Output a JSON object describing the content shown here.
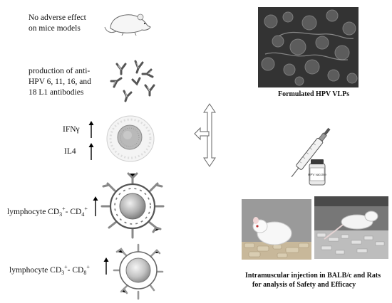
{
  "left_column": {
    "mice": {
      "line1": "No adverse effect",
      "line2": "on mice models"
    },
    "antibodies": {
      "line1": "production of anti-",
      "line2": "HPV 6, 11, 16, and",
      "line3": "18 L1 antibodies"
    },
    "ifn_label": "IFNγ",
    "il4_label": "IL4",
    "cd4": {
      "prefix": "lymphocyte CD",
      "sub1": "3",
      "sup1": "+",
      "mid": "- CD",
      "sub2": "4",
      "sup2": "+"
    },
    "cd8": {
      "prefix": "lymphocyte CD",
      "sub1": "3",
      "sup1": "+",
      "mid": "- CD",
      "sub2": "8",
      "sup2": "+"
    }
  },
  "right_column": {
    "vlp_caption": "Formulated HPV VLPs",
    "vial_label": "HPV vaccine",
    "injection_caption_line1": "Intramuscular injection in BALB/c and Rats",
    "injection_caption_line2": "for analysis of Safety and Efficacy"
  }
}
